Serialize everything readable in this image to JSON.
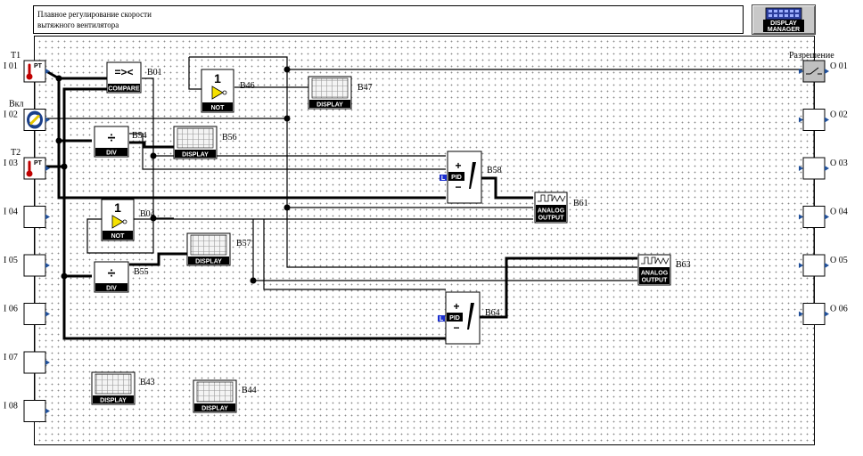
{
  "title": {
    "line1": "Плавное регулирование скорости",
    "line2": "вытяжного вентилятора"
  },
  "display_manager": {
    "label1": "DISPLAY",
    "label2": "MANAGER",
    "icon": "display-manager-icon"
  },
  "inputs": [
    {
      "id": "I 01",
      "name": "T1",
      "icon": "thermometer-icon",
      "badge": "PT"
    },
    {
      "id": "I 02",
      "name": "Вкл",
      "icon": "key-switch-icon"
    },
    {
      "id": "I 03",
      "name": "T2",
      "icon": "thermometer-icon",
      "badge": "PT"
    },
    {
      "id": "I 04"
    },
    {
      "id": "I 05"
    },
    {
      "id": "I 06"
    },
    {
      "id": "I 07"
    },
    {
      "id": "I 08"
    }
  ],
  "outputs": [
    {
      "id": "O 01",
      "name": "Разрешение",
      "icon": "relay-switch-icon"
    },
    {
      "id": "O 02"
    },
    {
      "id": "O 03"
    },
    {
      "id": "O 04"
    },
    {
      "id": "O 05"
    },
    {
      "id": "O 06"
    }
  ],
  "blocks": {
    "b01": {
      "label": "B01",
      "text": "COMPARE",
      "symbol": "=><"
    },
    "b46": {
      "label": "B46",
      "text": "NOT",
      "symbol": "1"
    },
    "b47": {
      "label": "B47",
      "text": "DISPLAY"
    },
    "b54": {
      "label": "B54",
      "text": "DIV"
    },
    "b56": {
      "label": "B56",
      "text": "DISPLAY"
    },
    "b58": {
      "label": "B58",
      "text": "PID",
      "plus": "+",
      "minus": "−",
      "tag": "L"
    },
    "b61": {
      "label": "B61",
      "text1": "ANALOG",
      "text2": "OUTPUT"
    },
    "b04": {
      "label": "B04",
      "text": "NOT",
      "symbol": "1"
    },
    "b57": {
      "label": "B57",
      "text": "DISPLAY"
    },
    "b55": {
      "label": "B55",
      "text": "DIV"
    },
    "b63": {
      "label": "B63",
      "text1": "ANALOG",
      "text2": "OUTPUT"
    },
    "b64": {
      "label": "B64",
      "text": "PID",
      "plus": "+",
      "minus": "−",
      "tag": "L"
    },
    "b43": {
      "label": "B43",
      "text": "DISPLAY"
    },
    "b44": {
      "label": "B44",
      "text": "DISPLAY"
    }
  }
}
